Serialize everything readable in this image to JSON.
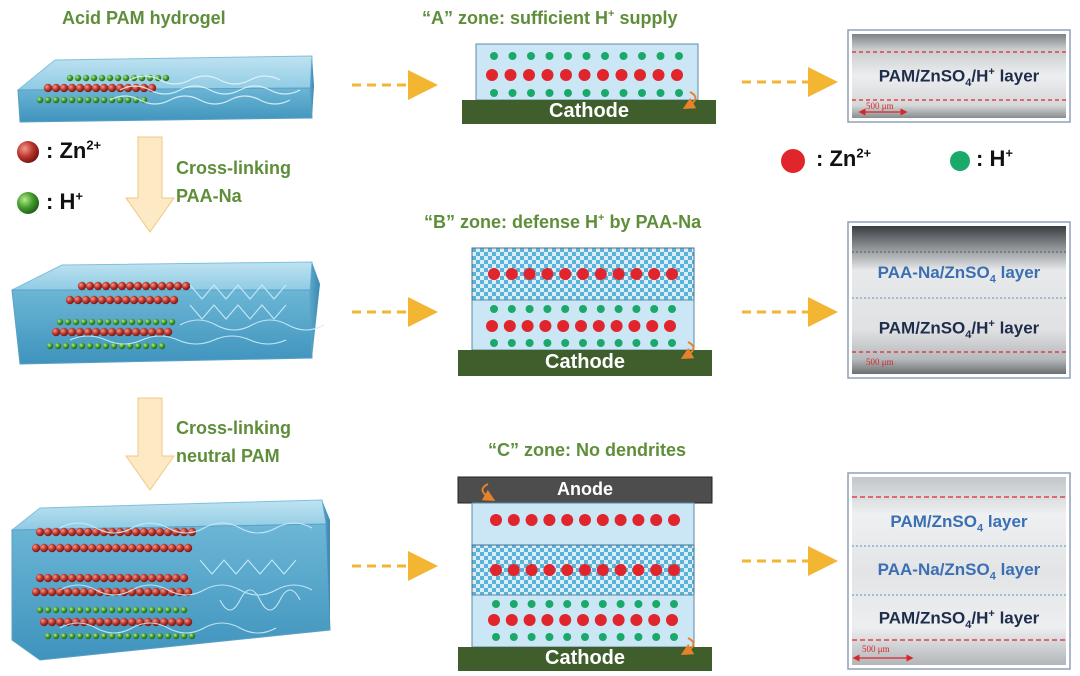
{
  "left_panel": {
    "title": "Acid PAM hydrogel",
    "step1": {
      "line1": "Cross-linking",
      "line2": "PAA-Na"
    },
    "step2": {
      "line1": "Cross-linking",
      "line2": "neutral PAM"
    }
  },
  "legend_left": {
    "zn_label": ": Zn",
    "zn_sup": "2+",
    "h_label": ": H",
    "h_sup": "+"
  },
  "legend_right": {
    "zn_label": ": Zn",
    "zn_sup": "2+",
    "h_label": ": H",
    "h_sup": "+"
  },
  "zones": {
    "a": {
      "pre": "“A” zone: sufficient H",
      "sup": "+",
      "post": " supply"
    },
    "b": {
      "pre": "“B” zone: defense H",
      "sup": "+",
      "post": " by PAA-Na"
    },
    "c": {
      "pre": "“C” zone: No dendrites"
    }
  },
  "electrodes": {
    "cathode": "Cathode",
    "anode": "Anode"
  },
  "micrographs": {
    "a": {
      "layer1": {
        "pre": "PAM/ZnSO",
        "sub": "4",
        "post": "/H",
        "sup": "+",
        "tail": " layer"
      },
      "scale": "500 μm"
    },
    "b": {
      "layer1": {
        "pre": "PAA-Na/ZnSO",
        "sub": "4",
        "post": " layer"
      },
      "layer2": {
        "pre": "PAM/ZnSO",
        "sub": "4",
        "post": "/H",
        "sup": "+",
        "tail": " layer"
      },
      "scale": "500 μm"
    },
    "c": {
      "layer1": {
        "pre": "PAM/ZnSO",
        "sub": "4",
        "post": " layer"
      },
      "layer2": {
        "pre": "PAA-Na/ZnSO",
        "sub": "4",
        "post": " layer"
      },
      "layer3": {
        "pre": "PAM/ZnSO",
        "sub": "4",
        "post": "/H",
        "sup": "+",
        "tail": " layer"
      },
      "scale": "500 μm"
    }
  },
  "colors": {
    "zn_ion": "#e0262c",
    "h_ion": "#1aa96a",
    "electrode": "#3f5e2c",
    "anode": "#4d4d4d",
    "arrow": "#f2b632",
    "label_green": "#5e8e3a",
    "layer_dark": "#1f2d4d",
    "layer_blue": "#3b6fb3",
    "dashed_red": "#e0262c"
  }
}
